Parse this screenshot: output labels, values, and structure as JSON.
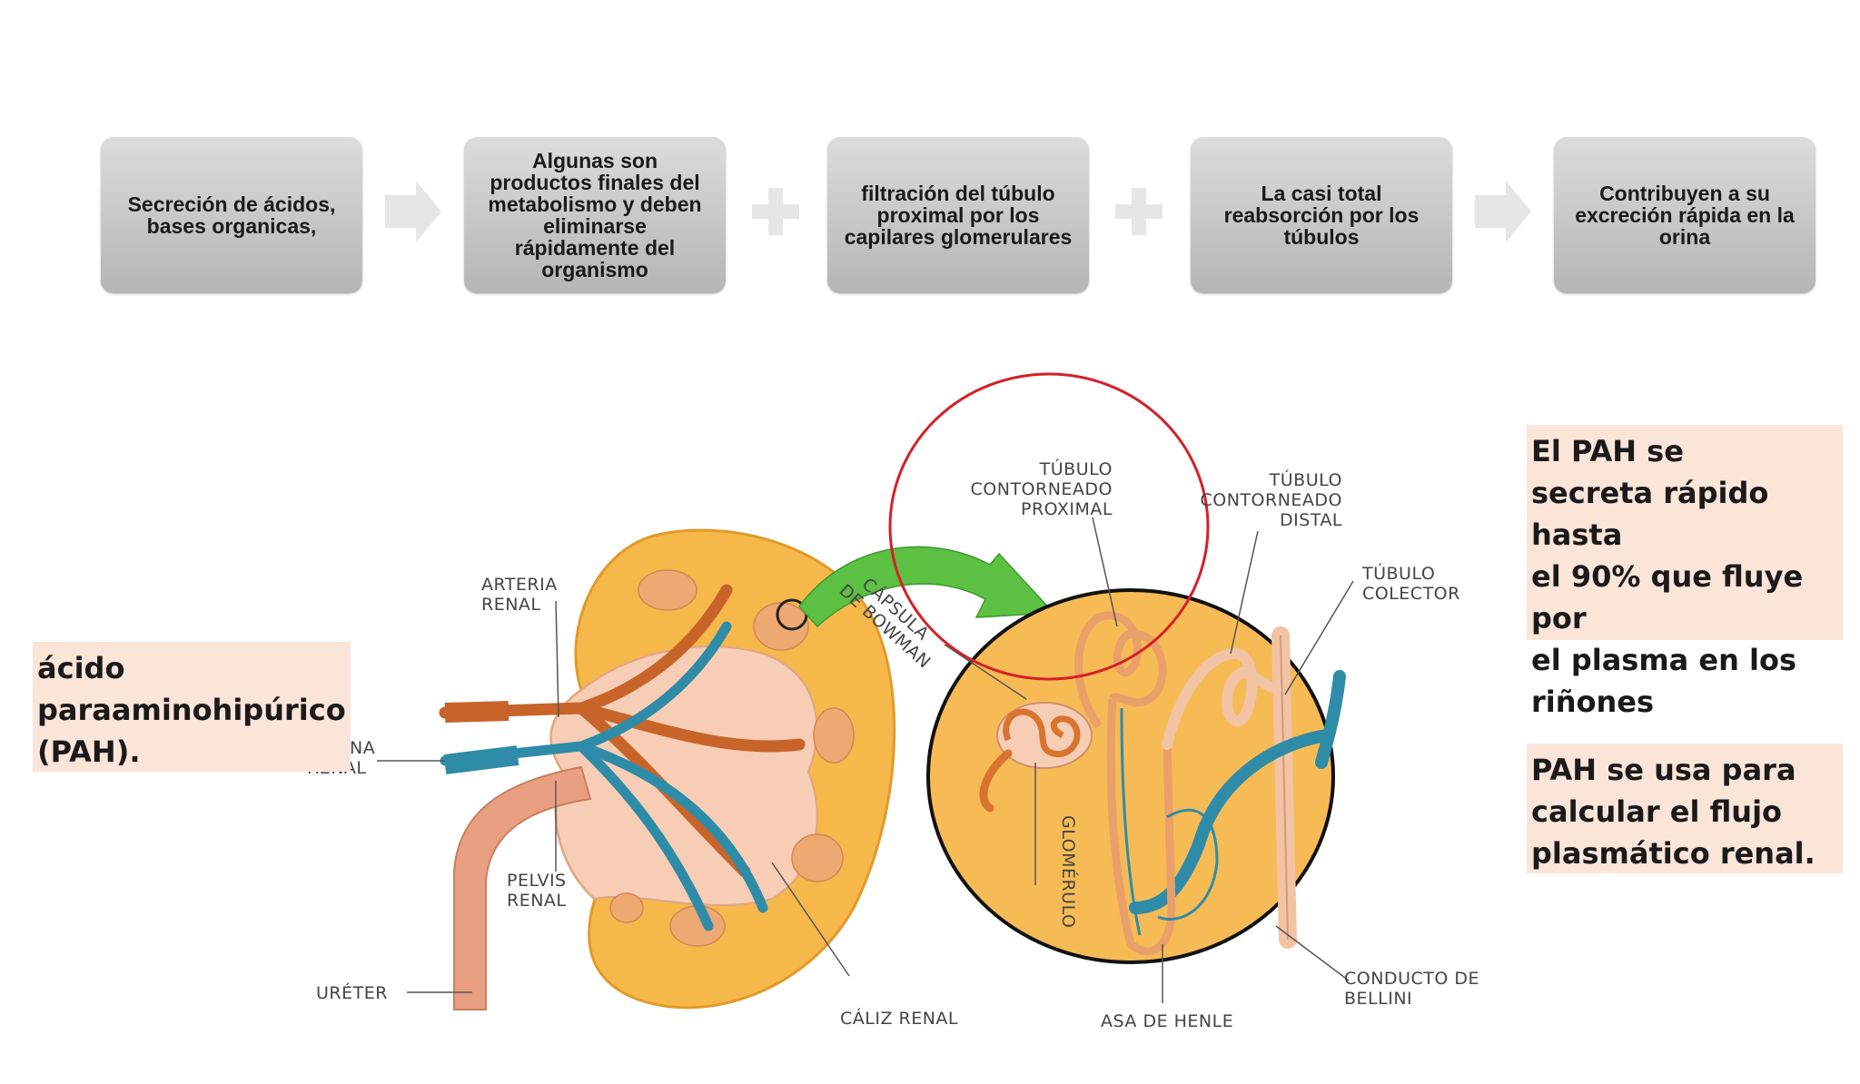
{
  "flow": [
    {
      "text": "Secreción de ácidos, bases organicas,"
    },
    {
      "text": "Algunas son productos finales del metabolismo y deben eliminarse rápidamente del organismo"
    },
    {
      "text": "filtración del túbulo proximal por los capilares glomerulares"
    },
    {
      "text": "La casi total reabsorción por los túbulos"
    },
    {
      "text": "Contribuyen a su excreción rápida en la orina"
    }
  ],
  "connectors": [
    "arrow",
    "plus",
    "plus",
    "arrow"
  ],
  "notes": {
    "pah_name": [
      "ácido",
      "paraaminohipúrico",
      "(PAH)."
    ],
    "pah_secretion": [
      "El PAH se",
      "secreta rápido hasta",
      "el 90% que fluye por",
      "el plasma en los",
      "riñones"
    ],
    "pah_use": [
      "PAH se usa para",
      "calcular el flujo",
      "plasmático renal."
    ]
  },
  "labels": {
    "arteria_renal": [
      "ARTERIA",
      "RENAL"
    ],
    "vena_renal": [
      "NA",
      "RENAL"
    ],
    "pelvis_renal": [
      "PELVIS",
      "RENAL"
    ],
    "ureter": "URÉTER",
    "caliz_renal": "CÁLIZ RENAL",
    "capsula_bowman": [
      "CÁPSULA",
      "DE BOWMAN"
    ],
    "tubulo_proximal": [
      "TÚBULO",
      "CONTORNEADO",
      "PROXIMAL"
    ],
    "tubulo_distal": [
      "TÚBULO",
      "CONTORNEADO",
      "DISTAL"
    ],
    "tubulo_colector": [
      "TÚBULO",
      "COLECTOR"
    ],
    "glomerulo": "GLOMÉRULO",
    "asa_henle": "ASA DE HENLE",
    "conducto_bellini": [
      "CONDUCTO DE",
      "BELLINI"
    ]
  },
  "colors": {
    "artery": "#c8642a",
    "vein": "#2f8ca8",
    "kidney_cortex": "#f6b84a",
    "kidney_medulla": "#f7cdb5",
    "ureter": "#e8a080",
    "highlight_circle": "#d61f26",
    "pointer_arrow": "#5cc042",
    "note_background": "#fbe5d9"
  }
}
